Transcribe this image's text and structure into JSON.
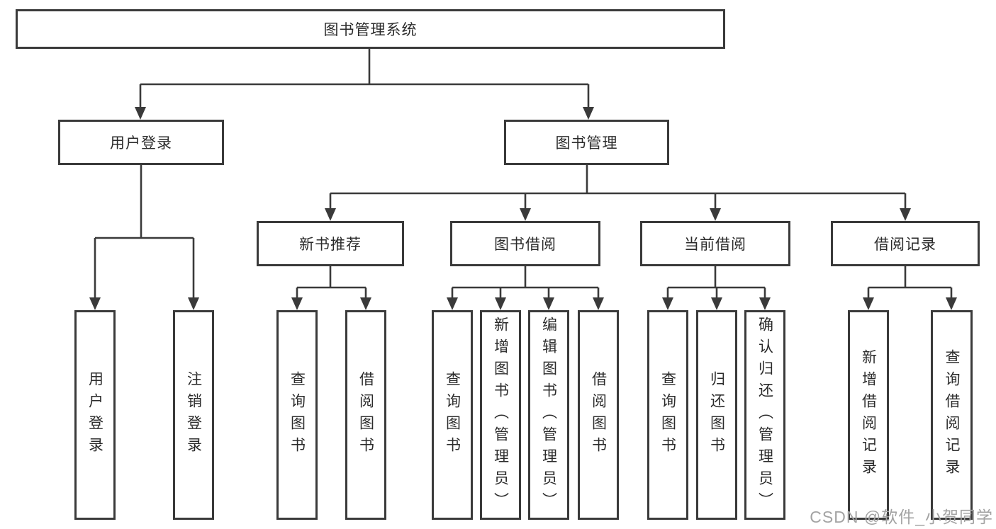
{
  "colors": {
    "background": "#ffffff",
    "line": "#3a3a3a",
    "box_border": "#3a3a3a",
    "text": "#2b2b2b",
    "watermark": "#a3a3a3"
  },
  "watermark": "CSDN @软件_小贺同学",
  "tree": {
    "label": "图书管理系统",
    "children": [
      {
        "label": "用户登录",
        "children": [
          {
            "label": "用户登录"
          },
          {
            "label": "注销登录"
          }
        ]
      },
      {
        "label": "图书管理",
        "children": [
          {
            "label": "新书推荐",
            "children": [
              {
                "label": "查询图书"
              },
              {
                "label": "借阅图书"
              }
            ]
          },
          {
            "label": "图书借阅",
            "children": [
              {
                "label": "查询图书"
              },
              {
                "label": "新增图书（管理员）"
              },
              {
                "label": "编辑图书（管理员）"
              },
              {
                "label": "借阅图书"
              }
            ]
          },
          {
            "label": "当前借阅",
            "children": [
              {
                "label": "查询图书"
              },
              {
                "label": "归还图书"
              },
              {
                "label": "确认归还（管理员）"
              }
            ]
          },
          {
            "label": "借阅记录",
            "children": [
              {
                "label": "新增借阅记录"
              },
              {
                "label": "查询借阅记录"
              }
            ]
          }
        ]
      }
    ]
  }
}
